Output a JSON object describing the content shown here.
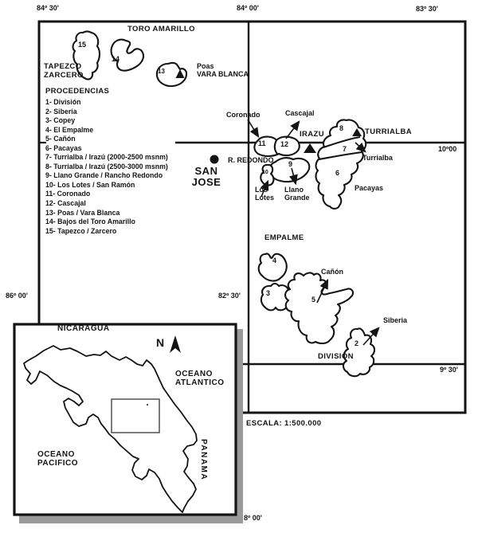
{
  "coordinates": {
    "top_left": "84º 30'",
    "top_mid": "84º 00'",
    "top_right": "83º 30'",
    "lat_10_00": "10º00",
    "lat_9_30": "9º 30'",
    "left_86_00": "86º 00'",
    "left_82_30": "82º 30'",
    "bottom_8_00": "8º 00'"
  },
  "legend": {
    "title": "PROCEDENCIAS",
    "items": [
      "1- División",
      "2- Siberia",
      "3- Copey",
      "4- El Empalme",
      "5- Cañón",
      "6- Pacayas",
      "7- Turrialba / Irazú (2000-2500 msnm)",
      "8- Turrialba / Irazú (2500-3000 msnm)",
      "9- Llano Grande / Rancho Redondo",
      "10- Los Lotes / San Ramón",
      "11- Coronado",
      "12- Cascajal",
      "13- Poas / Vara Blanca",
      "14- Bajos del Toro Amarillo",
      "15- Tapezco / Zarcero"
    ]
  },
  "labels": {
    "toro_amarillo": "TORO AMARILLO",
    "tapezco_zarcero": "TAPEZCO\nZARCERO",
    "poas_vara_blanca": "Poas\nVARA BLANCA",
    "coronado": "Coronado",
    "cascajal": "Cascajal",
    "irazu": "IRAZU",
    "turrialba_volcano": "TURRIALBA",
    "turrialba_region": "Turrialba",
    "r_redondo": "R. REDONDO",
    "san_jose": "SAN\nJOSE",
    "los_lotes": "Los\nLotes",
    "llano_grande": "Llano\nGrande",
    "pacayas": "Pacayas",
    "empalme": "EMPALME",
    "canon": "Cañón",
    "siberia": "Siberia",
    "division": "DIVISION",
    "escala": "ESCALA: 1:500.000"
  },
  "region_numbers": {
    "r15": "15",
    "r14": "14",
    "r13": "13",
    "r11": "11",
    "r12": "12",
    "r8": "8",
    "r7": "7",
    "r9": "9",
    "r10": "10",
    "r6": "6",
    "r4": "4",
    "r3": "3",
    "r5": "5",
    "r2": "2"
  },
  "inset": {
    "nicaragua": "NICARAGUA",
    "north": "N",
    "oceano_atlantico": "OCEANO\nATLANTICO",
    "oceano_pacifico": "OCEANO\nPACIFICO",
    "panama": "PANAMA"
  },
  "colors": {
    "ink": "#141414",
    "paper": "#ffffff",
    "shadow": "#9a9a9a"
  }
}
